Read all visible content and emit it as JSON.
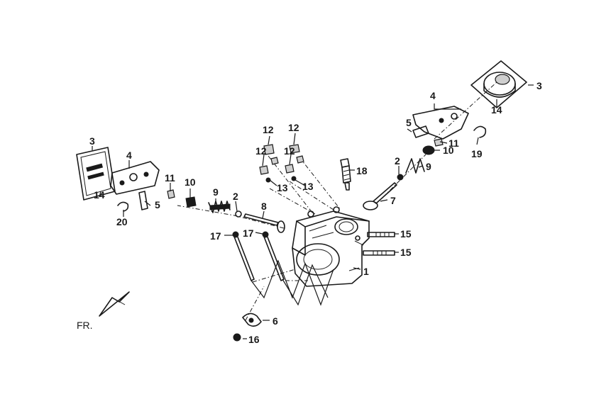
{
  "diagram": {
    "labels": {
      "l1": "1",
      "l2a": "2",
      "l2b": "2",
      "l3a": "3",
      "l3b": "3",
      "l4a": "4",
      "l4b": "4",
      "l5a": "5",
      "l5b": "5",
      "l6": "6",
      "l7": "7",
      "l8": "8",
      "l9a": "9",
      "l9b": "9",
      "l10a": "10",
      "l10b": "10",
      "l11a": "11",
      "l11b": "11",
      "l12a": "12",
      "l12b": "12",
      "l12c": "12",
      "l12d": "12",
      "l13a": "13",
      "l13b": "13",
      "l14a": "14",
      "l14b": "14",
      "l15a": "15",
      "l15b": "15",
      "l16": "16",
      "l17a": "17",
      "l17b": "17",
      "l18": "18",
      "l19": "19",
      "l20": "20"
    },
    "direction_label": "FR."
  }
}
